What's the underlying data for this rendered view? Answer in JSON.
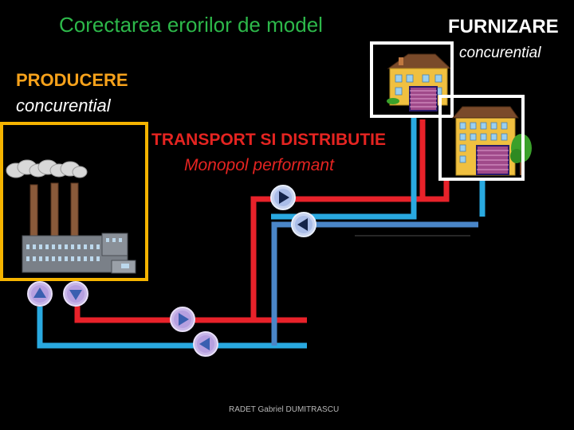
{
  "slide": {
    "title": "Corectarea erorilor de model",
    "supply": {
      "title": "FURNIZARE",
      "subtitle": "concurential"
    },
    "production": {
      "title": "PRODUCERE",
      "subtitle": "concurential"
    },
    "transport": {
      "title": "TRANSPORT SI DISTRIBUTIE",
      "subtitle": "Monopol performant"
    },
    "footer": "RADET   Gabriel DUMITRASCU"
  },
  "colors": {
    "background": "#000000",
    "title_green": "#2db84a",
    "production_orange": "#f7a21b",
    "transport_red": "#e52421",
    "supply_pipe": "#e8222a",
    "return_pipe_light": "#29a9e0",
    "return_pipe_dark": "#4a86c8",
    "frame_orange": "#f5b400",
    "frame_white": "#ffffff"
  }
}
